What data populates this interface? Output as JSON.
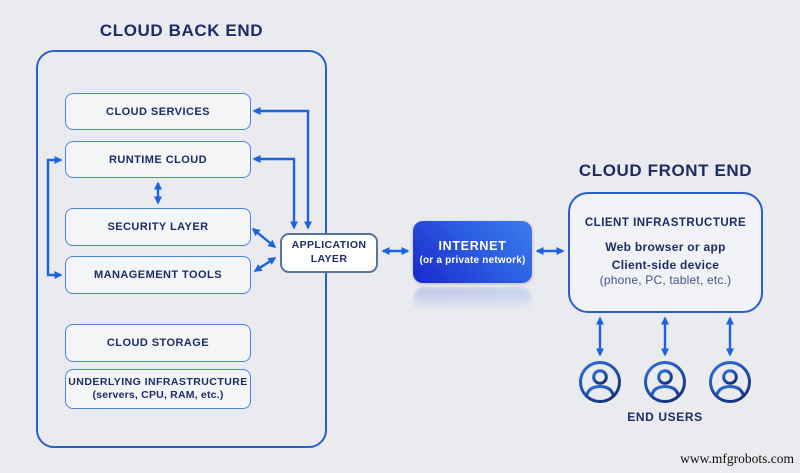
{
  "backend": {
    "title": "CLOUD BACK END",
    "boxes": [
      {
        "label": "CLOUD SERVICES"
      },
      {
        "label": "RUNTIME CLOUD"
      },
      {
        "label": "SECURITY LAYER"
      },
      {
        "label": "MANAGEMENT TOOLS"
      },
      {
        "label": "CLOUD STORAGE"
      },
      {
        "label": "UNDERLYING INFRASTRUCTURE",
        "sublabel": "(servers, CPU, RAM, etc.)"
      }
    ],
    "application_layer": {
      "label": "APPLICATION LAYER"
    }
  },
  "internet": {
    "title": "INTERNET",
    "subtitle": "(or a private network)"
  },
  "frontend": {
    "title": "CLOUD FRONT END",
    "client_infrastructure": {
      "title": "CLIENT INFRASTRUCTURE",
      "lines": [
        "Web browser or app",
        "Client-side device",
        "(phone, PC, tablet, etc.)"
      ]
    },
    "end_users_label": "END USERS"
  },
  "watermark": "www.mfgrobots.com",
  "colors": {
    "background": "#e9ebee",
    "navy_text": "#1e2c66",
    "container_border": "#2b5ec6",
    "box_border": "#4e85dc",
    "arrow_blue": "#1c63e2",
    "application_border": "#5a7398",
    "internet_gradient_start": "#1a27cd",
    "internet_gradient_end": "#3b7ceb"
  }
}
